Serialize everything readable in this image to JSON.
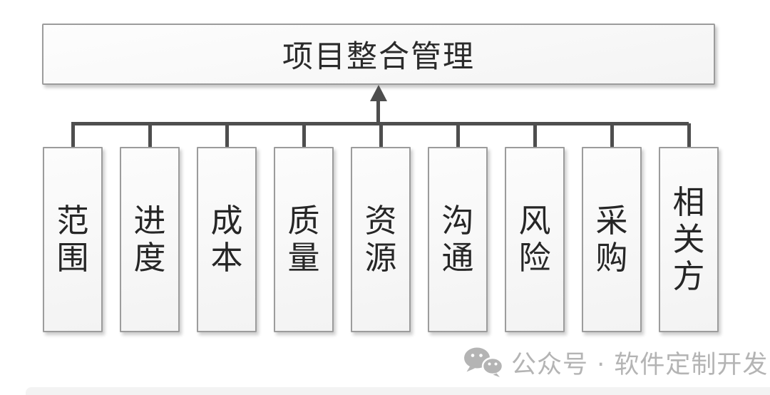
{
  "diagram": {
    "root": {
      "label": "项目整合管理"
    },
    "branches": [
      {
        "id": "scope",
        "label": "范围"
      },
      {
        "id": "schedule",
        "label": "进度"
      },
      {
        "id": "cost",
        "label": "成本"
      },
      {
        "id": "quality",
        "label": "质量"
      },
      {
        "id": "resource",
        "label": "资源"
      },
      {
        "id": "communication",
        "label": "沟通"
      },
      {
        "id": "risk",
        "label": "风险"
      },
      {
        "id": "procurement",
        "label": "采购"
      },
      {
        "id": "stakeholder",
        "label": "相关方"
      }
    ]
  },
  "watermark": {
    "icon": "wechat-icon",
    "text": "公众号 · 软件定制开发圈"
  },
  "colors": {
    "background": "#ffffff",
    "line": "#4e4e4e",
    "box_border": "#9c9c9c",
    "box_fill": "#f7f7f7",
    "text": "#262626",
    "watermark": "#b4b4b4"
  }
}
